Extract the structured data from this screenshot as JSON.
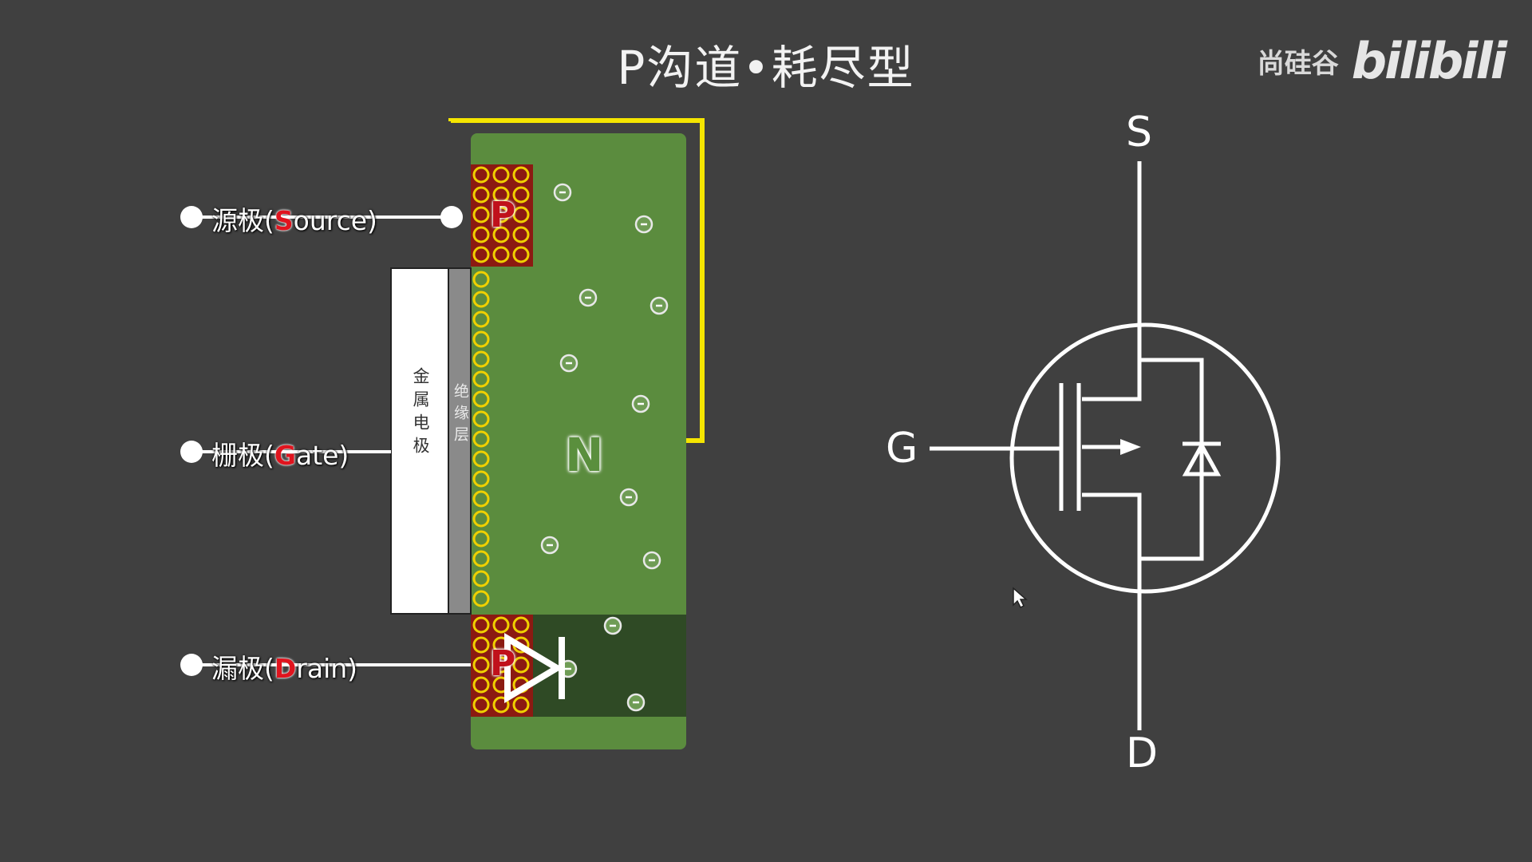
{
  "header": {
    "title": "P沟道•耗尽型",
    "brand_cn": "尚硅谷",
    "brand_logo": "bilibili"
  },
  "terminals": {
    "source": {
      "cn": "源极",
      "open": "(",
      "initial": "S",
      "rest": "ource)"
    },
    "gate": {
      "cn": "栅极",
      "open": "(",
      "initial": "G",
      "rest": "ate)"
    },
    "drain": {
      "cn": "漏极",
      "open": "(",
      "initial": "D",
      "rest": "rain)"
    }
  },
  "structure": {
    "metal_electrode": "金属电极",
    "insulation_layer": "绝缘层",
    "source_region": "P",
    "drain_region": "P",
    "substrate": "N"
  },
  "symbol": {
    "s": "S",
    "g": "G",
    "d": "D"
  },
  "colors": {
    "background": "#404040",
    "substrate": "#5b8c3e",
    "substrate_dark": "#2f4a25",
    "p_region": "#8b1a12",
    "hole_ring": "#f0d000",
    "wire_yellow": "#f5e500",
    "highlight": "#e0141e"
  }
}
